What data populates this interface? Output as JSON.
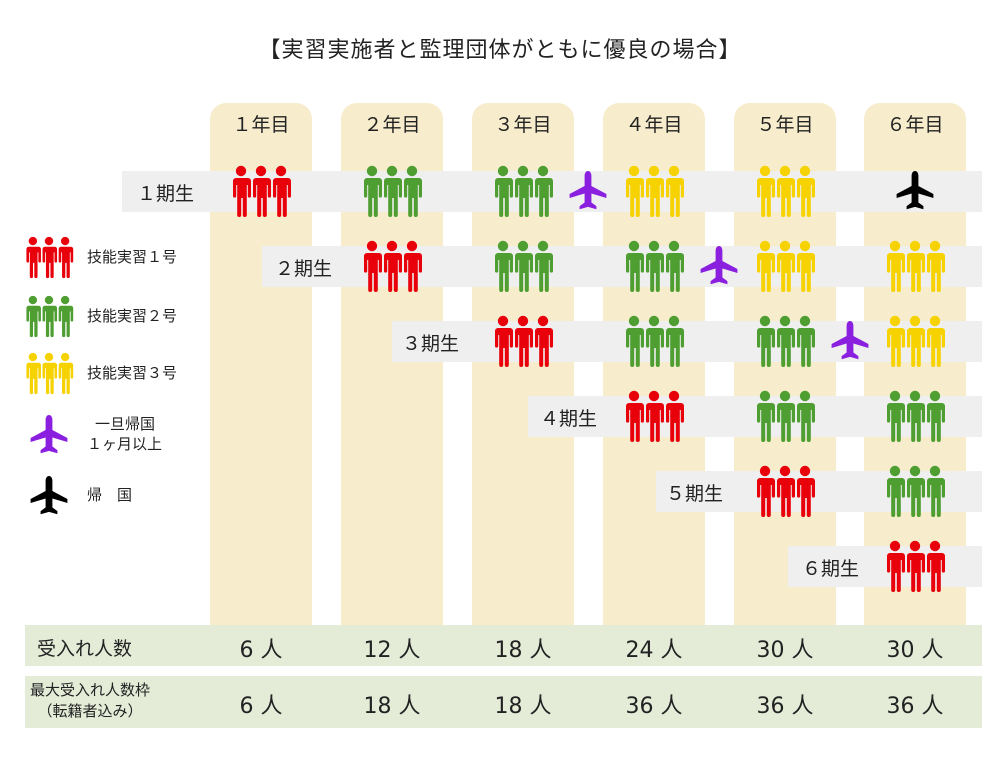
{
  "title": "【実習実施者と監理団体がともに優良の場合】",
  "years": [
    "１年目",
    "２年目",
    "３年目",
    "４年目",
    "５年目",
    "６年目"
  ],
  "cohorts": [
    "１期生",
    "２期生",
    "３期生",
    "４期生",
    "５期生",
    "６期生"
  ],
  "colors": {
    "grade1": "#e8000b",
    "grade2": "#4e9e32",
    "grade3": "#f5d200",
    "temporary_return": "#8b1fe0",
    "return": "#000000"
  },
  "legend": [
    {
      "icon": "people-red-icon",
      "label": "技能実習１号"
    },
    {
      "icon": "people-green-icon",
      "label": "技能実習２号"
    },
    {
      "icon": "people-yellow-icon",
      "label": "技能実習３号"
    },
    {
      "icon": "plane-purple-icon",
      "label_lines": [
        "一旦帰国",
        "１ヶ月以上"
      ]
    },
    {
      "icon": "plane-black-icon",
      "label": "帰　国"
    }
  ],
  "grid": [
    [
      "grade1",
      "grade2",
      "grade2",
      "grade3",
      "grade3",
      "return"
    ],
    [
      null,
      "grade1",
      "grade2",
      "grade2",
      "grade3",
      "grade3"
    ],
    [
      null,
      null,
      "grade1",
      "grade2",
      "grade2",
      "grade3"
    ],
    [
      null,
      null,
      null,
      "grade1",
      "grade2",
      "grade2"
    ],
    [
      null,
      null,
      null,
      null,
      "grade1",
      "grade2"
    ],
    [
      null,
      null,
      null,
      null,
      null,
      "grade1"
    ]
  ],
  "temporary_returns": [
    {
      "cohort": "１期生",
      "between_years": [
        "３年目",
        "４年目"
      ]
    },
    {
      "cohort": "２期生",
      "between_years": [
        "４年目",
        "５年目"
      ]
    },
    {
      "cohort": "３期生",
      "between_years": [
        "５年目",
        "６年目"
      ]
    }
  ],
  "stats": {
    "accepted_label": "受入れ人数",
    "accepted_values": [
      "6 人",
      "12 人",
      "18 人",
      "24 人",
      "30 人",
      "30 人"
    ],
    "max_label_lines": [
      "最大受入れ人数枠",
      "（転籍者込み）"
    ],
    "max_values": [
      "6 人",
      "18 人",
      "18 人",
      "36 人",
      "36 人",
      "36 人"
    ]
  }
}
